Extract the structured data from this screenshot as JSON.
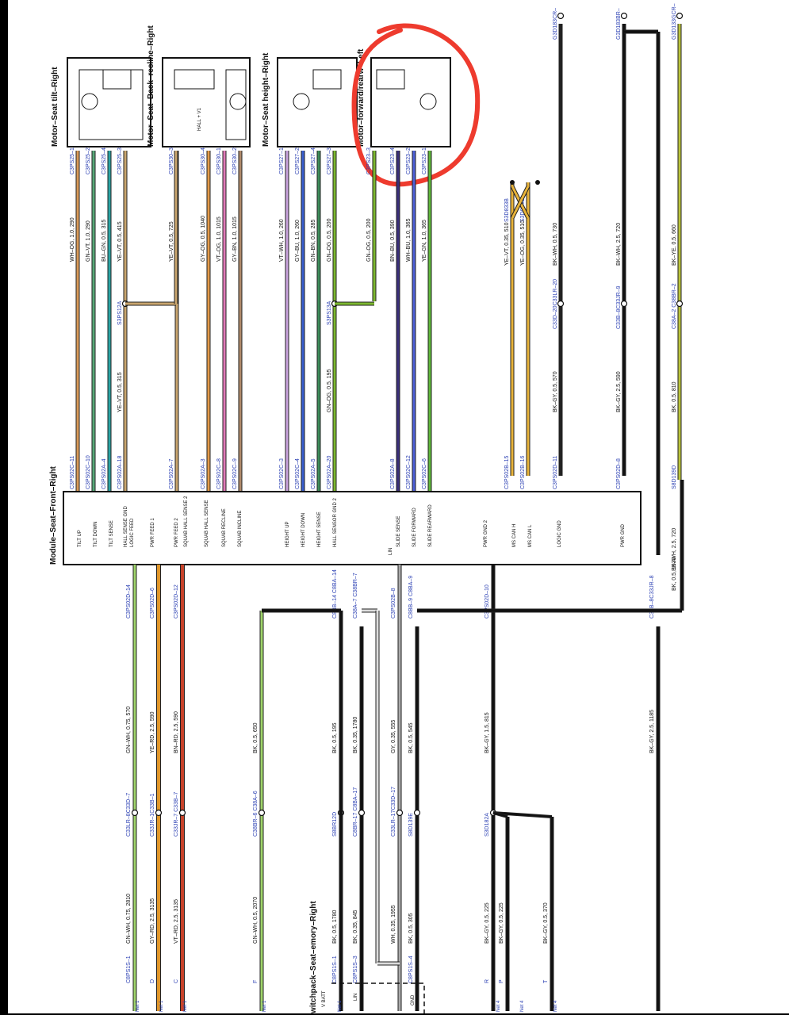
{
  "modules": {
    "main": {
      "title": "Module–Seat–Front–Right"
    },
    "switchpack": {
      "title": "witchpack–Seat–emory–Right"
    },
    "motors": [
      {
        "title": "Motor–Seat tilt–Right"
      },
      {
        "title": "Motor–Seat–Back–recline–Right",
        "inner_label": "HALL + V1"
      },
      {
        "title": "Motor–Seat height–Right"
      },
      {
        "title": "Motor–forward/rearw–Left"
      }
    ]
  },
  "module_pins": [
    "TILT UP",
    "TILT DOWN",
    "TILT SENSE",
    "HALL SENSE GND",
    "LOGIC FEED",
    "PWR FEED 1",
    "PWR FEED 2",
    "SQUAB HALL SENSE 2",
    "SQUAB HALL SENSE",
    "SQUAB RECLINE",
    "SQUAB INCLINE",
    "HEIGHT UP",
    "HEIGHT DOWN",
    "HEIGHT SENSE",
    "HALL SENSOR GND 2",
    "LIN",
    "SLIDE SENSE",
    "SLIDE FORWARD",
    "SLIDE REARWARD",
    "PWR GND 2",
    "MS CAN H",
    "MS CAN L",
    "LOGIC GND",
    "PWR GND"
  ],
  "upper_wires": [
    {
      "top": "C3PS25–1",
      "wire": "WH–OG, 1.0, 290",
      "bottom": "C3PS02C–11",
      "color": "#d99a58"
    },
    {
      "top": "C3PS25–2",
      "wire": "GN–VT, 1.0, 290",
      "bottom": "C3PS02C–10",
      "color": "#58a878"
    },
    {
      "top": "C3PS25–4",
      "wire": "BU–GN, 0.5, 315",
      "bottom": "C3PS02A–4",
      "color": "#2aa3a3"
    },
    {
      "top": "C3PS25–3",
      "wire": "YE–VT, 0.5, 415",
      "mid": "YE–VT, 0.5, 315",
      "splice": "S3PS12A",
      "bottom": "C3PS02A–18",
      "color": "#c9a56e"
    },
    {
      "top": "C3PS30–3",
      "wire": "YE–VT, 0.5, 725",
      "bottom": "C3PS02A–7",
      "color": "#c9a56e"
    },
    {
      "top": "C3PS30–4",
      "wire": "GY–OG, 0.5, 1040",
      "bottom": "C3PS02A–3",
      "color": "#e39a4a"
    },
    {
      "top": "C3PS30–1",
      "wire": "VT–OG, 1.0, 1015",
      "bottom": "C3PS02C–8",
      "color": "#e07ab8"
    },
    {
      "top": "C3PS30–2",
      "wire": "GY–BN, 1.0, 1015",
      "bottom": "C3PS02C–9",
      "color": "#b08a6a"
    },
    {
      "top": "C3PS27–1",
      "wire": "VT–WH, 1.0, 260",
      "bottom": "C3PS02C–3",
      "color": "#c9a3dd"
    },
    {
      "top": "C3PS27–2",
      "wire": "GY–BU, 1.0, 260",
      "bottom": "C3PS02C–4",
      "color": "#3a5fcf"
    },
    {
      "top": "C3PS27–4",
      "wire": "GN–BN, 0.5, 285",
      "bottom": "C3PS02A–5",
      "color": "#3d8c5a"
    },
    {
      "top": "C3PS27–3",
      "wire": "GN–OG, 0.5, 200",
      "mid": "GN–OG, 0.5, 195",
      "splice": "S3PS13A",
      "bottom": "C3PS02A–20",
      "color": "#7cb82f"
    },
    {
      "top": "C3PS23–3",
      "wire": "GN–OG, 0.5, 200",
      "color": "#7cb82f"
    },
    {
      "top": "C3PS23–4",
      "wire": "BN–BU, 0.5, 390",
      "bottom": "C3PS02A–8",
      "color": "#3a2f7a"
    },
    {
      "top": "C3PS23–2",
      "wire": "WH–BU, 1.0, 365",
      "bottom": "C3PS02C–12",
      "color": "#4e60d8"
    },
    {
      "top": "C3PS23–1",
      "wire": "YE–GN, 1.0, 365",
      "bottom": "C3PS02C–6",
      "color": "#5fb83a"
    },
    {
      "top": "S3D833B",
      "wire": "YE–VT, 0.35, 510",
      "bottom": "C3PS02B–15",
      "color": "#e8b33a"
    },
    {
      "top": "S3D834B",
      "wire": "YE–OG, 0.35, 510",
      "bottom": "C3PS02B–16",
      "color": "#e8b33a"
    },
    {
      "top": "G3D183CR–",
      "wire": "BK–WH, 0.5, 730",
      "mid": "BK–GY, 0.5, 570",
      "splice": "C33D–20C33LR–20",
      "bottom": "C3PS02D–11",
      "color": "#222"
    },
    {
      "top": "G3D183BR–",
      "wire": "BK–WH, 2.5, 720",
      "mid": "BK–GY, 2.5, 590",
      "splice": "C33B–8C33JR–9",
      "bottom": "C3PS02D–8",
      "color": "#111"
    },
    {
      "top": "G3D133GCR–",
      "wire": "BK–YE, 0.5, 660",
      "mid": "BK, 0.5, 810",
      "splice": "C38A–2 C38BR–2",
      "bottom": "S8D139D",
      "color": "#b9c23a"
    }
  ],
  "lower_wires": [
    {
      "top": "C3PS02D–14",
      "wire": "GN–WH, 0.75, 570",
      "conn": "C33LR–8C33D–7",
      "wire2": "GN–WH, 0.75, 2810",
      "bottom": "C8PS1S–1",
      "color": "#9fd36a"
    },
    {
      "top": "C3PS02D–6",
      "wire": "YE–RD, 2.5, 590",
      "conn": "C33JR–1C33B–1",
      "wire2": "GY–RD, 2.5, 3135",
      "bottom": "D",
      "color": "#e0962a"
    },
    {
      "top": "C3PS02D–12",
      "wire": "BN–RD, 2.5, 590",
      "conn": "C33JR–7 C33B–7",
      "wire2": "VT–RD, 2.5, 3135",
      "bottom": "C",
      "color": "#c8432a"
    },
    {
      "wire": "BK, 0.5, 650",
      "conn": "C38BR–6 C38A–6",
      "wire2": "GN–WH, 0.5, 2070",
      "bottom": "F",
      "color": "#9fd36a"
    },
    {
      "top": "C8BB–14 C8BA–14",
      "wire": "BK, 0.5, 195",
      "conn": "S8BR12D",
      "wire2": "BK, 0.5, 1780",
      "bottom": "C8PS1S–1",
      "color": "#111"
    },
    {
      "top": "C38A–7 C38BR–7",
      "wire": "BK, 0.35, 1780",
      "conn": "C8BR–17 C8BA–17",
      "wire2": "BK, 0.35, 845",
      "bottom": "C8PS1S–3",
      "color": "#111"
    },
    {
      "top": "C3PS02B–8",
      "wire": "GY, 0.35, 555",
      "conn": "C33LR–17C33D–17",
      "wire2": "WH, 0.35, 1955",
      "color": "#aaa"
    },
    {
      "top": "C8BB–9 C8BA–9",
      "wire": "BK, 0.5, 545",
      "conn": "S8D139E",
      "wire2": "BK, 0.5, 305",
      "bottom": "C8PS1S–4",
      "color": "#111"
    },
    {
      "top": "C3PS02D–10",
      "wire": "BK–GY, 1.5, 815",
      "conn": "S3D182A",
      "wire2": "BK–GY, 0.5, 225",
      "bottom": "R",
      "color": "#111"
    },
    {
      "wire2": "BK–GY, 0.5, 225",
      "bottom": "P",
      "color": "#111"
    },
    {
      "wire2": "BK–GY, 0.5, 370",
      "bottom": "T",
      "color": "#111"
    },
    {
      "top": "C33B–8C33JR–8",
      "wire": "BK–GY, 2.5, 1185",
      "wire_right": "BK, 0.5, 1930",
      "wire_right2": "BK–WH, 2.5, 720",
      "color": "#111"
    }
  ],
  "switch_pins": [
    "V BATT",
    "LIN",
    "GND"
  ],
  "net_labels": [
    "Net 1",
    "Net 1",
    "Net 1",
    "Net 1",
    "Net 1",
    "Net 4",
    "Net 4",
    "Net 4"
  ]
}
